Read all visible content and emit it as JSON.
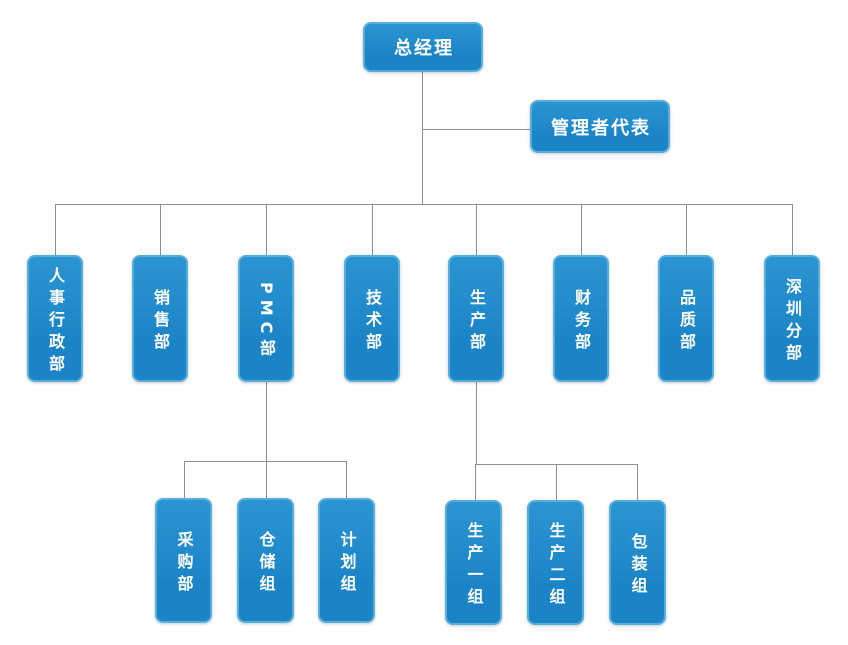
{
  "chart": {
    "root": {
      "label": "总经理"
    },
    "assistant": {
      "label": "管理者代表"
    },
    "level2": [
      {
        "label": "人事行政部"
      },
      {
        "label": "销售部"
      },
      {
        "label": "PMC部"
      },
      {
        "label": "技术部"
      },
      {
        "label": "生产部"
      },
      {
        "label": "财务部"
      },
      {
        "label": "品质部"
      },
      {
        "label": "深圳分部"
      }
    ],
    "pmc_children": [
      {
        "label": "采购部"
      },
      {
        "label": "仓储组"
      },
      {
        "label": "计划组"
      }
    ],
    "production_children": [
      {
        "label": "生产一组"
      },
      {
        "label": "生产二组"
      },
      {
        "label": "包装组"
      }
    ]
  },
  "colors": {
    "node_fill": "#1b84c6",
    "node_fill_light": "#2b95d3",
    "node_border": "#56aedd",
    "node_text": "#ffffff",
    "connector": "#8f8f8f",
    "background": "#ffffff"
  }
}
